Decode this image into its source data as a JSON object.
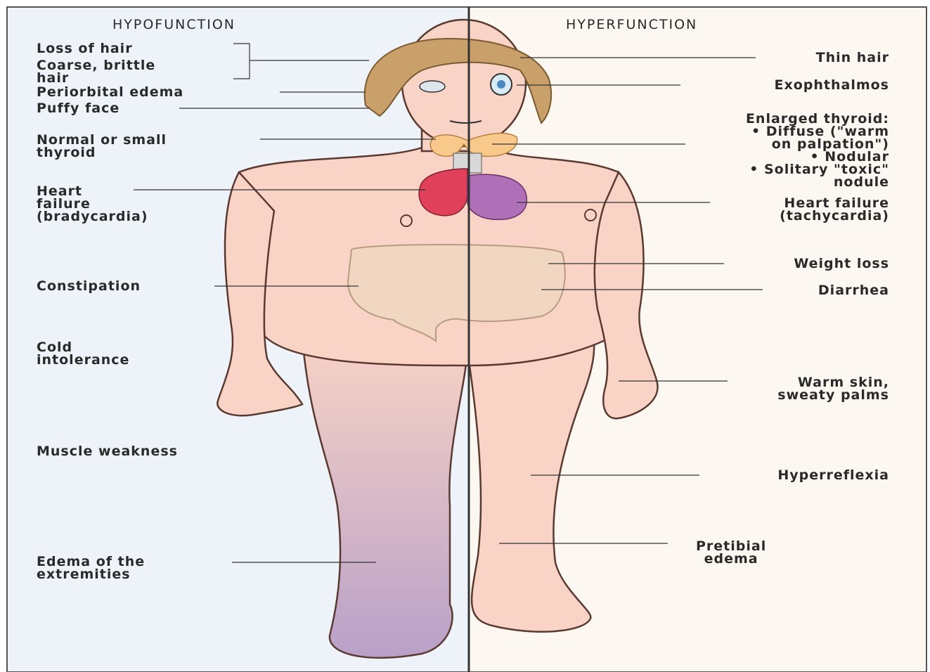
{
  "headers": {
    "left": "HYPOFUNCTION",
    "right": "HYPERFUNCTION"
  },
  "hypofunction_labels": {
    "loss_of_hair": "Loss of hair",
    "coarse_hair": "Coarse, brittle\nhair",
    "periorbital_edema": "Periorbital edema",
    "puffy_face": "Puffy face",
    "thyroid": "Normal or small\nthyroid",
    "heart_failure": "Heart\nfailure\n(bradycardia)",
    "constipation": "Constipation",
    "cold_intolerance": "Cold\nintolerance",
    "muscle_weakness": "Muscle weakness",
    "edema_extremities": "Edema of the\nextremities"
  },
  "hyperfunction_labels": {
    "thin_hair": "Thin hair",
    "exophthalmos": "Exophthalmos",
    "enlarged_thyroid": "Enlarged thyroid:\n• Diffuse (\"warm\non palpation\")\n• Nodular\n• Solitary \"toxic\"\nnodule",
    "heart_failure": "Heart failure\n(tachycardia)",
    "weight_loss": "Weight loss",
    "diarrhea": "Diarrhea",
    "warm_skin": "Warm skin,\nsweaty palms",
    "hyperreflexia": "Hyperreflexia",
    "pretibial_edema": "Pretibial\nedema"
  },
  "colors": {
    "left_panel": "#eef3fa",
    "right_panel": "#fcf7f1",
    "skin": "#f8d3c6",
    "skin_outline": "#5a3a30",
    "hair": "#c9a06a",
    "thyroid": "#f8c98a",
    "heart_red": "#e0405a",
    "heart_purple": "#b070b8",
    "intestine": "#f1d6c2",
    "edema": "#b8a0c8"
  }
}
